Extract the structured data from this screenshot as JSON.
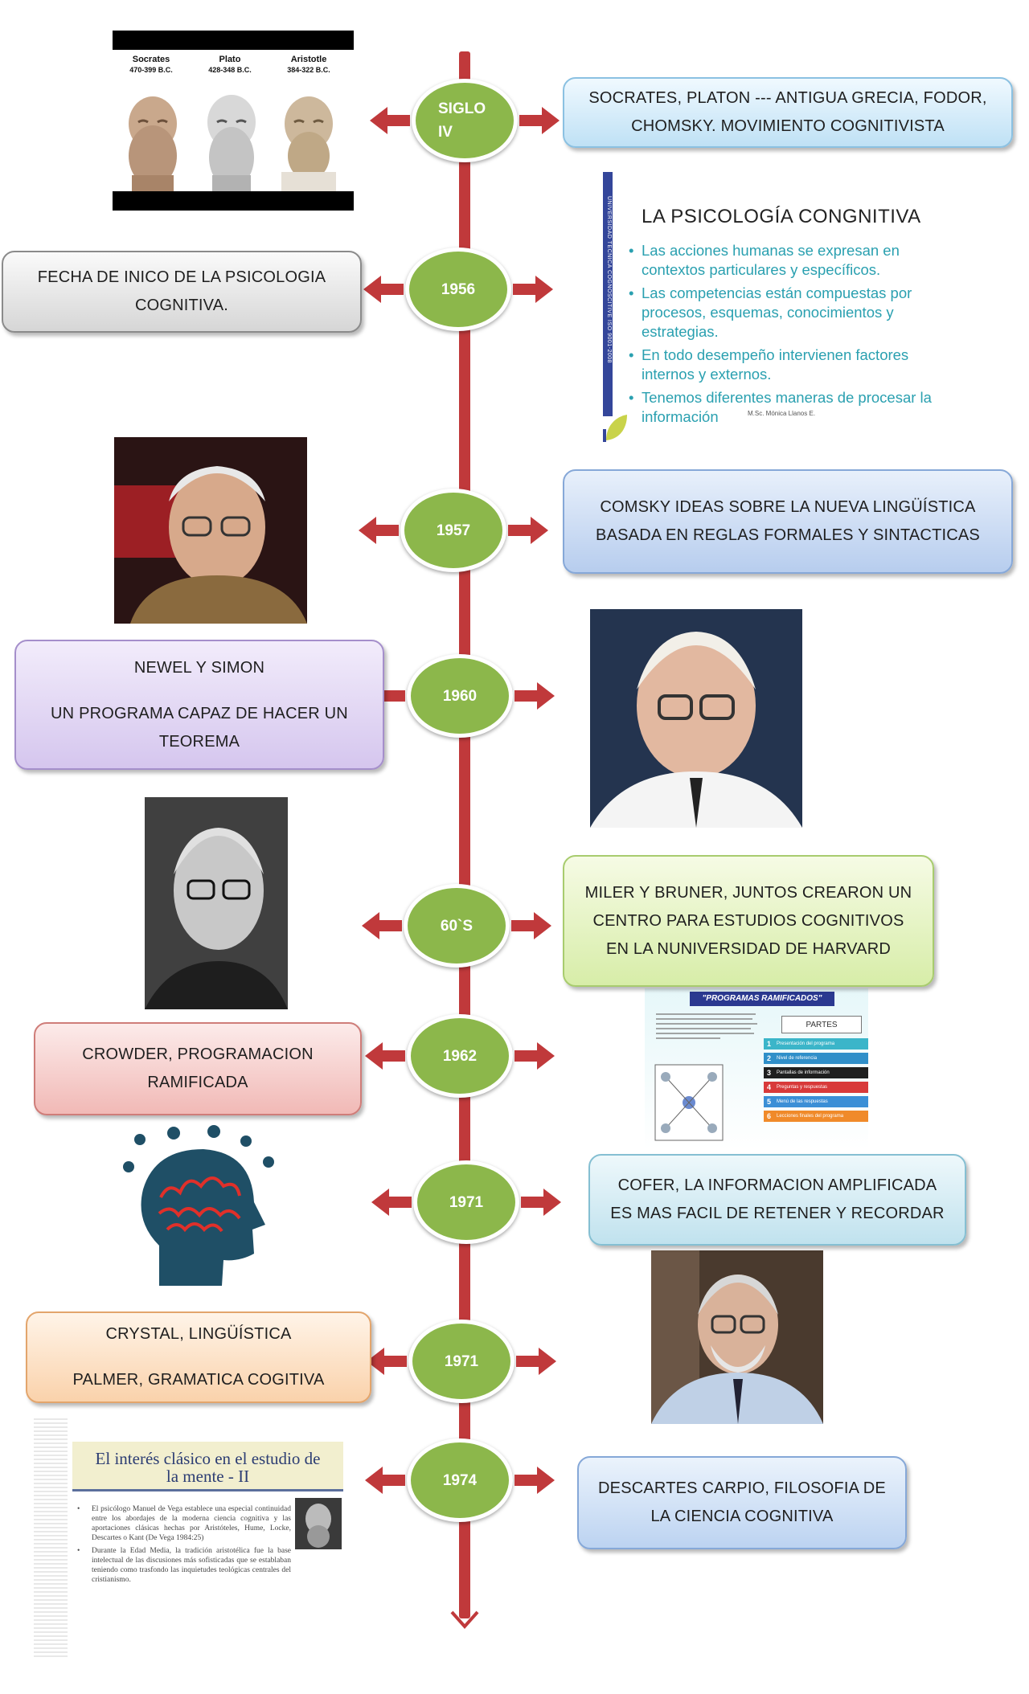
{
  "timeline": [
    {
      "label_lines": [
        "SIGLO",
        "IV"
      ],
      "box_lines": [
        "SOCRATES,  PLATON --- ANTIGUA GRECIA, FODOR,",
        "CHOMSKY. MOVIMIENTO COGNITIVISTA"
      ]
    },
    {
      "label_lines": [
        "1956"
      ],
      "box_lines": [
        "FECHA DE INICO DE LA PSICOLOGIA",
        "COGNITIVA."
      ]
    },
    {
      "label_lines": [
        "1957"
      ],
      "box_lines": [
        "COMSKY IDEAS SOBRE LA NUEVA LINGÜÍSTICA",
        "BASADA EN REGLAS FORMALES Y SINTACTICAS"
      ]
    },
    {
      "label_lines": [
        "1960"
      ],
      "box_lines": [
        "NEWEL Y SIMON",
        "UN PROGRAMA CAPAZ DE HACER UN",
        "TEOREMA"
      ]
    },
    {
      "label_lines": [
        "60`S"
      ],
      "box_lines": [
        "MILER Y BRUNER, JUNTOS CREARON UN",
        "CENTRO PARA ESTUDIOS COGNITIVOS",
        "EN LA NUNIVERSIDAD DE HARVARD"
      ]
    },
    {
      "label_lines": [
        "1962"
      ],
      "box_lines": [
        "CROWDER, PROGRAMACION",
        "RAMIFICADA"
      ]
    },
    {
      "label_lines": [
        "1971"
      ],
      "box_lines": [
        "COFER, LA INFORMACION AMPLIFICADA",
        "ES MAS FACIL DE RETENER Y RECORDAR"
      ]
    },
    {
      "label_lines": [
        "1971"
      ],
      "box_lines": [
        "CRYSTAL, LINGÜÍSTICA",
        "PALMER, GRAMATICA COGITIVA"
      ]
    },
    {
      "label_lines": [
        "1974"
      ],
      "box_lines": [
        "DESCARTES CARPIO, FILOSOFIA DE",
        "LA CIENCIA COGNITIVA"
      ]
    }
  ],
  "philosophers": [
    {
      "name": "Socrates",
      "dates": "470-399 B.C."
    },
    {
      "name": "Plato",
      "dates": "428-348 B.C."
    },
    {
      "name": "Aristotle",
      "dates": "384-322 B.C."
    }
  ],
  "psych_slide": {
    "title": "LA PSICOLOGÍA CONGNITIVA",
    "side_text": "UNIVERSIDAD TECNICA COGNOSCITIVE ISO 9001-2008",
    "bullets": [
      "Las acciones humanas se expresan en contextos particulares y específicos.",
      "Las competencias están compuestas por procesos, esquemas, conocimientos y estrategias.",
      "En todo desempeño intervienen factores internos y externos.",
      "Tenemos diferentes maneras de procesar la información"
    ],
    "author": "M.Sc. Mónica Llanos E."
  },
  "ram_slide": {
    "title": "\"PROGRAMAS RAMIFICADOS\"",
    "partes": "PARTES",
    "items": [
      "Presentación del programa",
      "Nivel de referencia",
      "Pantallas de información",
      "Preguntas y respuestas",
      "Menú de las respuestas",
      "Lecciones finales del programa"
    ],
    "item_nums": [
      "1",
      "2",
      "3",
      "4",
      "5",
      "6"
    ]
  },
  "paper_slide": {
    "title_lines": [
      "El interés clásico en el estudio de",
      "la mente - II"
    ],
    "paragraphs": [
      "El psicólogo Manuel de Vega establece una especial continuidad entre los abordajes de la moderna ciencia cognitiva y las aportaciones clásicas hechas por Aristóteles, Hume, Locke, Descartes o Kant (De Vega 1984:25)",
      "Durante la Edad Media, la tradición aristotélica fue la base intelectual de las discusiones más sofisticadas que se establaban teniendo como trasfondo las inquietudes teológicas centrales del cristianismo."
    ]
  },
  "colors": {
    "axis": "#c0393b",
    "node": "#8cb74b",
    "arrow": "#c0393b"
  }
}
